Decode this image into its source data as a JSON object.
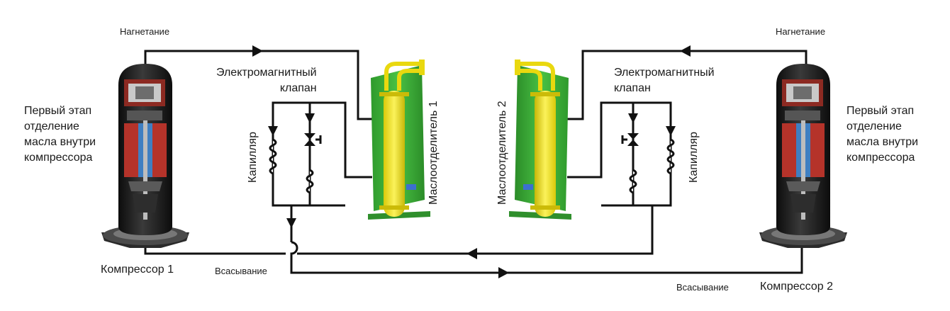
{
  "left": {
    "discharge": "Нагнетание",
    "first_stage": [
      "Первый этап",
      "отделение",
      "масла внутри",
      "компрессора"
    ],
    "solenoid_valve": [
      "Электромагнитный",
      "клапан"
    ],
    "capillary": "Капилляр",
    "oil_separator": "Маслоотделитель 1",
    "compressor": "Компрессор 1",
    "suction": "Всасывание"
  },
  "right": {
    "discharge": "Нагнетание",
    "first_stage": [
      "Первый этап",
      "отделение",
      "масла внутри",
      "компрессора"
    ],
    "solenoid_valve": [
      "Электромагнитный",
      "клапан"
    ],
    "capillary": "Капилляр",
    "oil_separator": "Маслоотделитель  2",
    "compressor": "Компрессор 2",
    "suction": "Всасывание"
  },
  "colors": {
    "line": "#111111",
    "separator_green": "#3fb23a",
    "separator_yellow": "#f2e313",
    "compressor_body": "#1c1c1c",
    "compressor_red": "#b5332a",
    "compressor_blue": "#3f7fc2"
  }
}
